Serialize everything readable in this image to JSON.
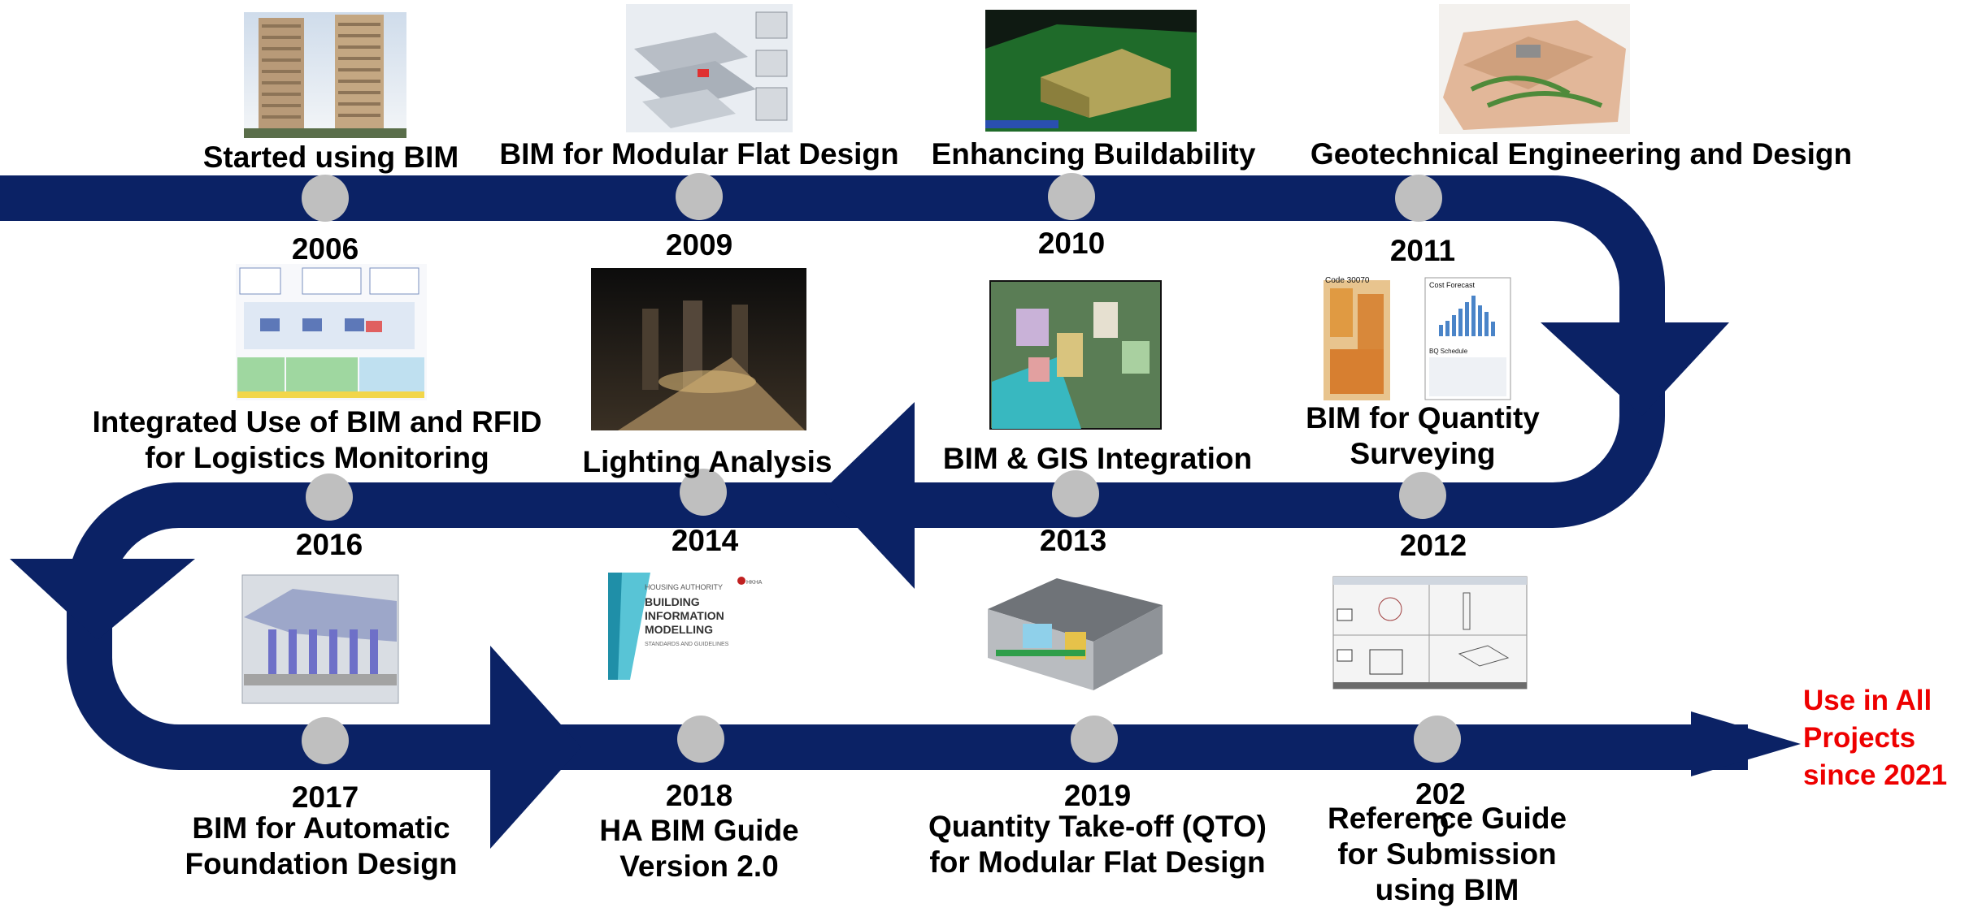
{
  "milestones": [
    {
      "year": "2006",
      "label": "Started using BIM"
    },
    {
      "year": "2009",
      "label": "BIM for Modular Flat Design"
    },
    {
      "year": "2010",
      "label": "Enhancing Buildability"
    },
    {
      "year": "2011",
      "label": "Geotechnical Engineering and Design"
    },
    {
      "year": "2012",
      "label_lines": [
        "BIM for Quantity",
        "Surveying"
      ]
    },
    {
      "year": "2013",
      "label": "BIM & GIS Integration"
    },
    {
      "year": "2014",
      "label": "Lighting Analysis"
    },
    {
      "year": "2016",
      "label_lines": [
        "Integrated Use of BIM and RFID",
        "for Logistics Monitoring"
      ]
    },
    {
      "year": "2017",
      "label_lines": [
        "BIM for Automatic",
        "Foundation Design"
      ]
    },
    {
      "year": "2018",
      "label_lines": [
        "HA BIM Guide",
        "Version 2.0"
      ]
    },
    {
      "year": "2019",
      "label_lines": [
        "Quantity Take-off (QTO)",
        "for Modular Flat Design"
      ]
    },
    {
      "year_lines": [
        "202",
        "0"
      ],
      "label_lines": [
        "Reference Guide",
        "for Submission",
        "using BIM"
      ]
    }
  ],
  "final": {
    "lines": [
      "Use in All",
      "Projects",
      "since 2021"
    ],
    "color": "#ee0000"
  },
  "colors": {
    "band": "#0b2265",
    "node": "#bfbfbf",
    "text": "#000000"
  },
  "guide_cover": {
    "lines": [
      "HOUSING AUTHORITY",
      "BUILDING",
      "INFORMATION",
      "MODELLING",
      "STANDARDS AND GUIDELINES"
    ],
    "logo": "HKHA"
  },
  "qs_panel": {
    "code": "Code 30070",
    "chart_title": "Cost Forecast",
    "table_title": "BQ Schedule"
  }
}
